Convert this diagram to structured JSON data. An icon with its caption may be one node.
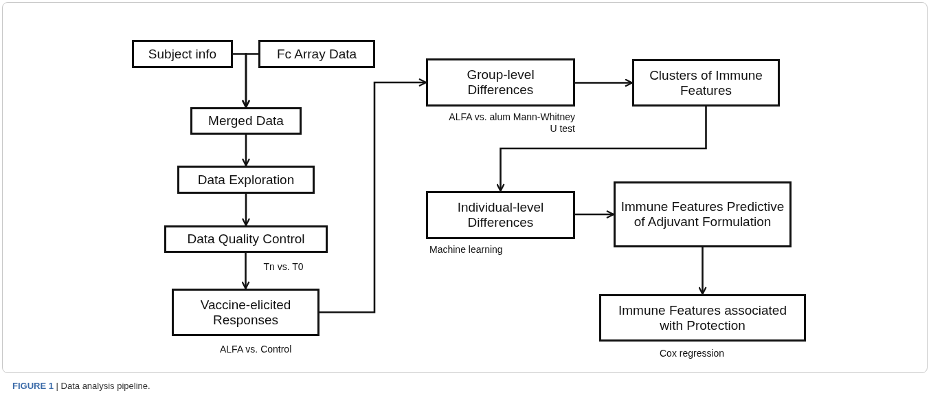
{
  "diagram": {
    "caption": "**FIGURE 1** | Data analysis pipeline.",
    "nodes": [
      {
        "text": [
          "Subject info"
        ]
      },
      {
        "text": [
          "Fc Array Data"
        ]
      },
      {
        "text": [
          "Merged Data"
        ]
      },
      {
        "text": [
          "Data Exploration"
        ]
      },
      {
        "text": [
          "Data Quality Control"
        ]
      },
      {
        "text": [
          "Vaccine-elicited Responses"
        ],
        "beside": [
          "ALFA vs. Control"
        ]
      },
      {
        "text": [
          "Group-level Differences"
        ],
        "beside": [
          "ALFA vs. alum Mann-Whitney U test"
        ]
      },
      {
        "text": [
          "Clusters of Immune Features"
        ]
      },
      {
        "text": [
          "Individual-level Differences"
        ],
        "beside": [
          "Machine learning"
        ]
      },
      {
        "text": [
          "Immune Features Predictive of Adjuvant Formulation"
        ]
      },
      {
        "text": [
          "Immune Features associated with Protection"
        ],
        "beside": [
          "Cox regression"
        ]
      }
    ],
    "edges": [
      {
        "from": 0,
        "to": 2,
        "arrow": "to"
      },
      {
        "from": 1,
        "to": 2,
        "arrow": "to"
      },
      {
        "from": 2,
        "to": 3,
        "arrow": "to"
      },
      {
        "from": 3,
        "to": 4,
        "arrow": "to"
      },
      {
        "from": 4,
        "to": 5,
        "arrow": "to",
        "label": "Tn vs. T0"
      },
      {
        "from": 5,
        "to": 6,
        "arrow": "to"
      },
      {
        "from": 6,
        "to": 7,
        "arrow": "to"
      },
      {
        "from": 7,
        "to": 8,
        "arrow": "to"
      },
      {
        "from": 8,
        "to": 9,
        "arrow": "to"
      },
      {
        "from": 9,
        "to": 10,
        "arrow": "to"
      }
    ]
  }
}
